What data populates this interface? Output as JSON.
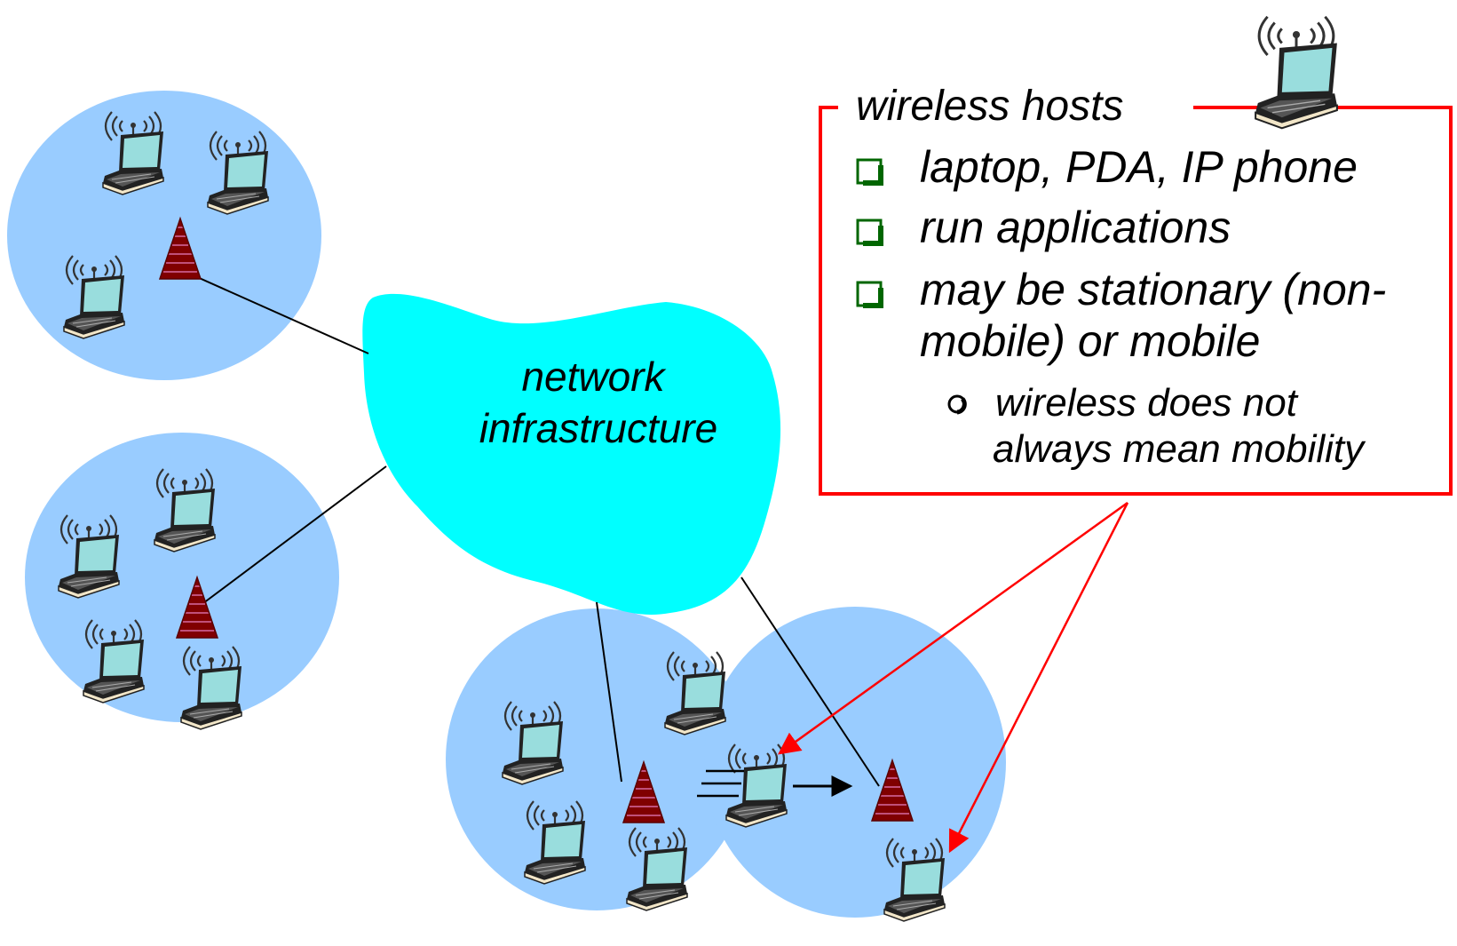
{
  "cloud": {
    "line1": "network",
    "line2": "infrastructure"
  },
  "info_box": {
    "title": "wireless hosts",
    "bullets": [
      {
        "lines": [
          "laptop, PDA, IP phone"
        ]
      },
      {
        "lines": [
          "run applications"
        ]
      },
      {
        "lines": [
          "may be stationary (non-",
          "mobile) or mobile"
        ]
      }
    ],
    "sub_bullets": [
      {
        "lines": [
          "wireless does not",
          "always mean mobility"
        ]
      }
    ]
  },
  "colors": {
    "cell": "#99ccff",
    "cloud": "#00ffff",
    "box_border": "#ff0000",
    "bullet": "#006600",
    "arrow": "#ff0000",
    "tower": "#800000",
    "laptop_screen": "#99dddd"
  },
  "icons": {
    "laptop": "laptop-icon",
    "tower": "base-station-icon",
    "bullet": "checkbox-bullet-icon",
    "sub_bullet": "circle-bullet-icon"
  }
}
